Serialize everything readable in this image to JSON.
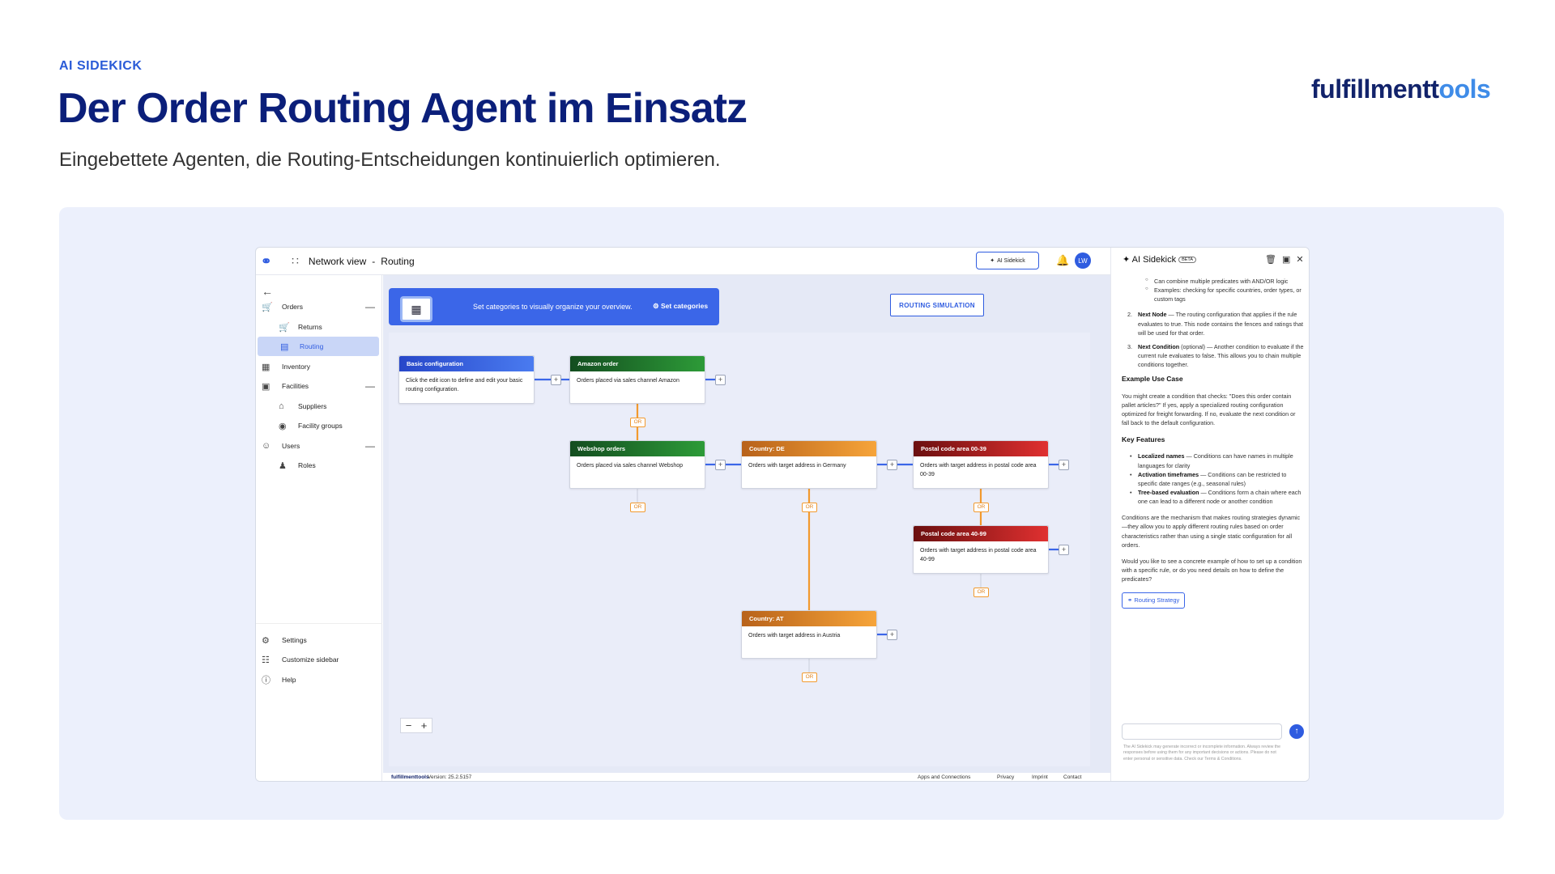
{
  "slide": {
    "eyebrow": "AI SIDEKICK",
    "title": "Der Order Routing Agent im Einsatz",
    "subtitle": "Eingebettete Agenten, die Routing-Entscheidungen kontinuierlich optimieren.",
    "logo_main": "fulfillmentt",
    "logo_accent": "ools"
  },
  "app": {
    "breadcrumb": {
      "root": "Network view",
      "separator": "-",
      "current": "Routing"
    },
    "ai_sidekick_button": "AI Sidekick",
    "avatar": "LW"
  },
  "sidebar": {
    "items": [
      {
        "label": "Orders",
        "icon": "cart-icon"
      },
      {
        "label": "Returns",
        "icon": "return-cart-icon"
      },
      {
        "label": "Routing",
        "icon": "routing-icon"
      },
      {
        "label": "Inventory",
        "icon": "inventory-icon"
      },
      {
        "label": "Facilities",
        "icon": "store-icon"
      },
      {
        "label": "Suppliers",
        "icon": "warehouse-icon"
      },
      {
        "label": "Facility groups",
        "icon": "group-icon"
      },
      {
        "label": "Users",
        "icon": "user-icon"
      },
      {
        "label": "Roles",
        "icon": "role-icon"
      }
    ],
    "bottom": [
      {
        "label": "Settings",
        "icon": "gear-icon"
      },
      {
        "label": "Customize sidebar",
        "icon": "customize-icon"
      },
      {
        "label": "Help",
        "icon": "help-icon"
      }
    ]
  },
  "banner": {
    "text": "Set categories to visually organize your overview.",
    "button": "Set categories"
  },
  "routing_simulation": "ROUTING SIMULATION",
  "graph": {
    "nodes": [
      {
        "title": "Basic configuration",
        "body": "Click the edit icon to define and edit your basic routing configuration."
      },
      {
        "title": "Amazon order",
        "body": "Orders placed via sales channel Amazon"
      },
      {
        "title": "Webshop orders",
        "body": "Orders placed via sales channel Webshop"
      },
      {
        "title": "Country: DE",
        "body": "Orders with target address in Germany"
      },
      {
        "title": "Postal code area 00-39",
        "body": "Orders with target address in postal code area 00-39"
      },
      {
        "title": "Postal code area 40-99",
        "body": "Orders with target address in postal code area 40-99"
      },
      {
        "title": "Country: AT",
        "body": "Orders with target address in Austria"
      }
    ],
    "or_label": "OR",
    "plus_label": "+"
  },
  "zoom": {
    "minus": "−",
    "plus": "+"
  },
  "footer": {
    "logo": "fulfillmenttools",
    "version": "Version: 25.2.5157",
    "links": [
      "Apps and Connections",
      "Privacy",
      "Imprint",
      "Contact"
    ]
  },
  "panel": {
    "title": "AI Sidekick",
    "beta": "BETA",
    "bullets_top": [
      "Can combine multiple predicates with AND/OR logic",
      "Examples: checking for specific countries, order types, or custom tags"
    ],
    "numbered": [
      {
        "num": "2.",
        "term": "Next Node",
        "text": " — The routing configuration that applies if the rule evaluates to true. This node contains the fences and ratings that will be used for that order."
      },
      {
        "num": "3.",
        "term": "Next Condition",
        "text": " (optional) — Another condition to evaluate if the current rule evaluates to false. This allows you to chain multiple conditions together."
      }
    ],
    "use_case_heading": "Example Use Case",
    "use_case_text": "You might create a condition that checks: \"Does this order contain pallet articles?\" If yes, apply a specialized routing configuration optimized for freight forwarding. If no, evaluate the next condition or fall back to the default configuration.",
    "features_heading": "Key Features",
    "features": [
      {
        "term": "Localized names",
        "text": " — Conditions can have names in multiple languages for clarity"
      },
      {
        "term": "Activation timeframes",
        "text": " — Conditions can be restricted to specific date ranges (e.g., seasonal rules)"
      },
      {
        "term": "Tree-based evaluation",
        "text": " — Conditions form a chain where each one can lead to a different node or another condition"
      }
    ],
    "summary": "Conditions are the mechanism that makes routing strategies dynamic—they allow you to apply different routing rules based on order characteristics rather than using a single static configuration for all orders.",
    "question": "Would you like to see a concrete example of how to set up a condition with a specific rule, or do you need details on how to define the predicates?",
    "chip": "Routing Strategy",
    "disclaimer": "The AI Sidekick may generate incorrect or incomplete information. Always review the responses before using them for any important decisions or actions. Please do not enter personal or sensitive data. Check our Terms & Conditions."
  }
}
